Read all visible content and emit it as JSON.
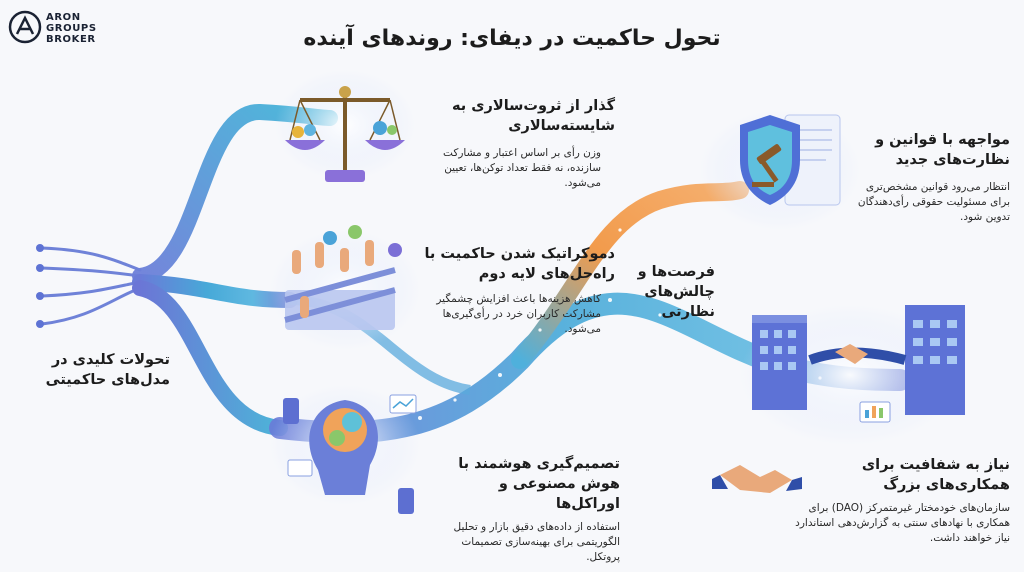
{
  "brand": {
    "line1": "ARON",
    "line2": "GROUPS",
    "line3": "BROKER"
  },
  "title": "تحول حاکمیت در دیفای: روندهای آینده",
  "root_label": "تحولات کلیدی در مدل‌های حاکمیتی",
  "center_label": "فرصت‌ها و چالش‌های نظارتی",
  "branches": [
    {
      "heading": "گذار از ثروت‌سالاری به شایسته‌سالاری",
      "body": "وزن رأی بر اساس اعتبار و مشارکت سازنده، نه فقط تعداد توکن‌ها، تعیین می‌شود.",
      "icon": "scales-icon"
    },
    {
      "heading": "دموکراتیک شدن حاکمیت با راه‌حل‌های لایه دوم",
      "body": "کاهش هزینه‌ها باعث افزایش چشمگیر مشارکت کاربران خرد در رأی‌گیری‌ها می‌شود.",
      "icon": "voting-hands-icon"
    },
    {
      "heading": "تصمیم‌گیری هوشمند با هوش مصنوعی و اوراکل‌ها",
      "body": "استفاده از داده‌های دقیق بازار و تحلیل الگوریتمی برای بهینه‌سازی تصمیمات پروتکل.",
      "icon": "ai-brain-icon"
    }
  ],
  "outcomes": [
    {
      "heading": "مواجهه با قوانین و نظارت‌های جدید",
      "body": "انتظار می‌رود قوانین مشخص‌تری برای مسئولیت حقوقی رأی‌دهندگان تدوین شود.",
      "icon": "shield-gavel-icon"
    },
    {
      "heading": "نیاز به شفافیت برای همکاری‌های بزرگ",
      "body": "سازمان‌های خودمختار غیرمتمرکز (DAO) برای همکاری با نهادهای سنتی به گزارش‌دهی استاندارد نیاز خواهند داشت.",
      "icon": "handshake-buildings-icon"
    }
  ],
  "colors": {
    "flow_start": "#6c7fd8",
    "flow_mid": "#4fb3d9",
    "flow_orange": "#f2994a",
    "flow_purple": "#7b6fd6"
  }
}
